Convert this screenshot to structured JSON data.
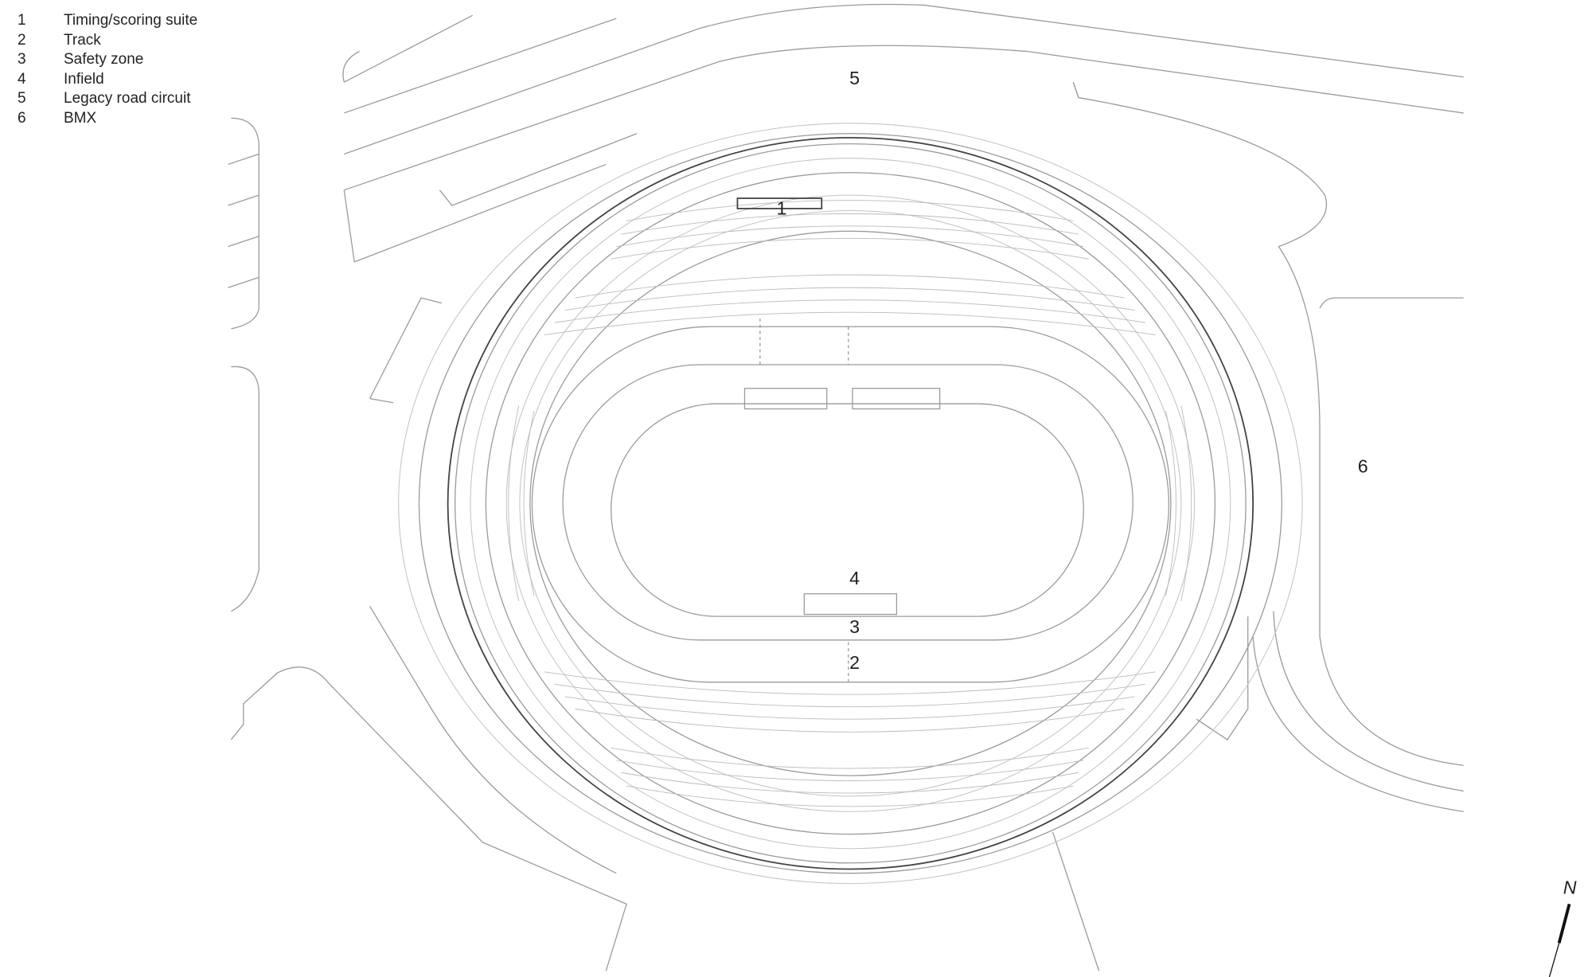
{
  "legend": [
    {
      "number": "1",
      "label": "Timing/scoring suite"
    },
    {
      "number": "2",
      "label": "Track"
    },
    {
      "number": "3",
      "label": "Safety zone"
    },
    {
      "number": "4",
      "label": "Infield"
    },
    {
      "number": "5",
      "label": "Legacy road circuit"
    },
    {
      "number": "6",
      "label": "BMX"
    }
  ],
  "plan_labels": {
    "timing": "1",
    "track": "2",
    "safety": "3",
    "infield": "4",
    "road": "5",
    "bmx": "6"
  },
  "north_arrow": "N"
}
